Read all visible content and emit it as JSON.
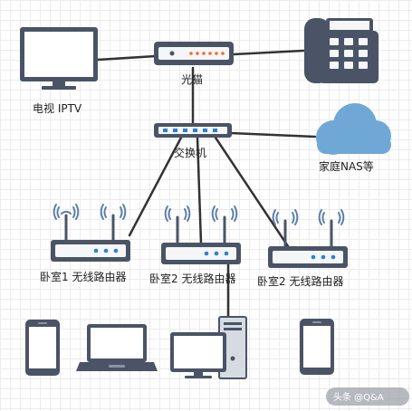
{
  "labels": {
    "tv": "电视 IPTV",
    "modem": "光猫",
    "switch": "交换机",
    "nas": "家庭NAS等",
    "router1": "卧室1 无线路由器",
    "router2": "卧室2 无线路由器",
    "router3": "卧室2 无线路由器"
  },
  "watermark": "头条 @Q&A",
  "colors": {
    "device_dark": "#4a5466",
    "device_light": "#f4f6f8",
    "cloud": "#6fa8d6",
    "wifi": "#5b7fa8",
    "port_led": "#2f7fd1",
    "modem_led": "#f26b2a",
    "line": "#333333"
  },
  "icons": [
    "tv-icon",
    "modem-icon",
    "telephone-icon",
    "switch-icon",
    "cloud-icon",
    "router-icon",
    "phone-icon",
    "laptop-icon",
    "desktop-computer-icon"
  ]
}
